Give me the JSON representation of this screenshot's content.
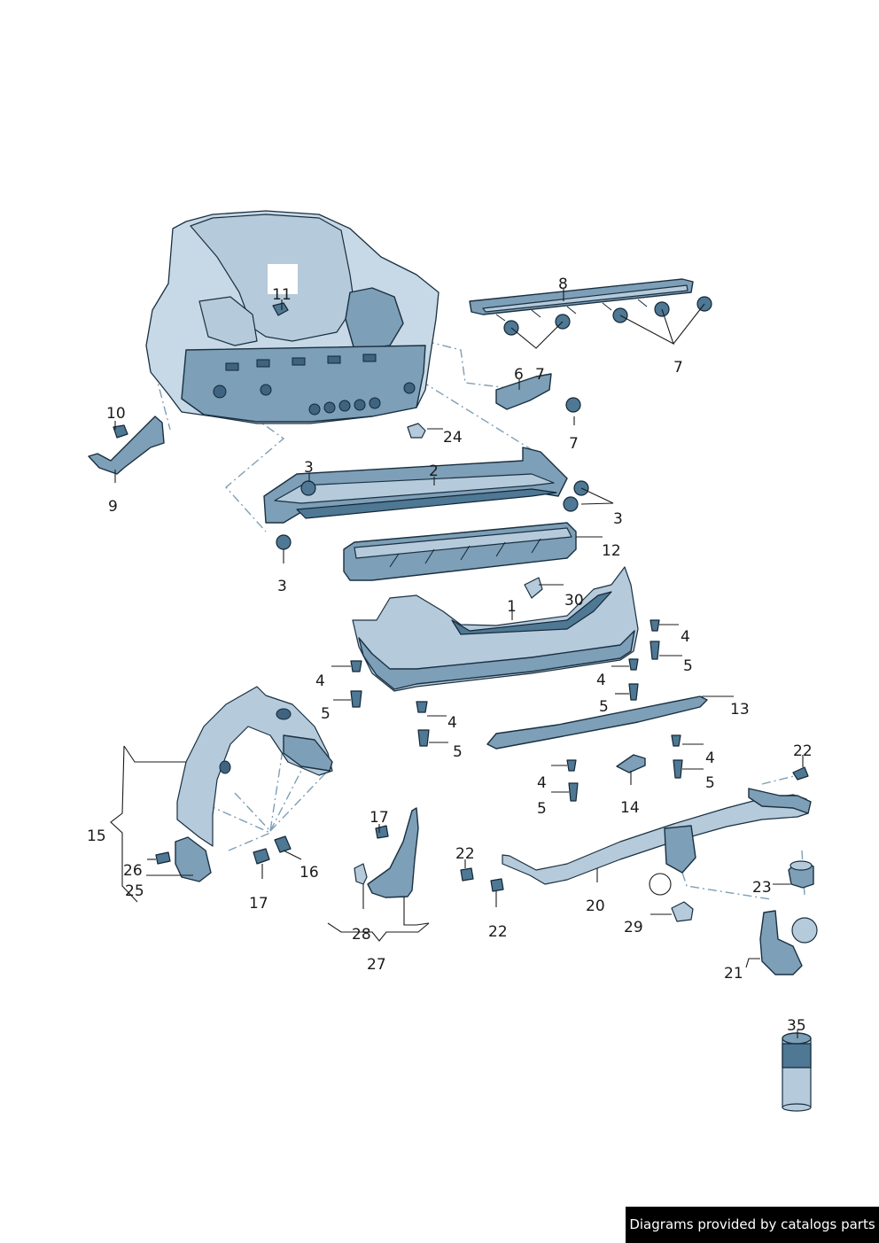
{
  "callouts": {
    "c1": "1",
    "c2": "2",
    "c3a": "3",
    "c3b": "3",
    "c3c": "3",
    "c4a": "4",
    "c4b": "4",
    "c4c": "4",
    "c4d": "4",
    "c4e": "4",
    "c4f": "4",
    "c5a": "5",
    "c5b": "5",
    "c5c": "5",
    "c5d": "5",
    "c5e": "5",
    "c5f": "5",
    "c6": "6",
    "c7a": "7",
    "c7b": "7",
    "c7c": "7",
    "c8": "8",
    "c9": "9",
    "c10": "10",
    "c11": "11",
    "c12": "12",
    "c13": "13",
    "c14": "14",
    "c15": "15",
    "c16": "16",
    "c17a": "17",
    "c17b": "17",
    "c20": "20",
    "c21": "21",
    "c22a": "22",
    "c22b": "22",
    "c22c": "22",
    "c23": "23",
    "c24": "24",
    "c25": "25",
    "c26": "26",
    "c27": "27",
    "c28": "28",
    "c29": "29",
    "c30": "30",
    "c35": "35"
  },
  "watermark": "Diagrams provided by catalogs parts",
  "colors": {
    "part": "#7d9fb7",
    "part_light": "#b5cadb",
    "part_dark": "#4e7894",
    "outline": "#1a3040",
    "dash_line": "#7e9fb6"
  }
}
